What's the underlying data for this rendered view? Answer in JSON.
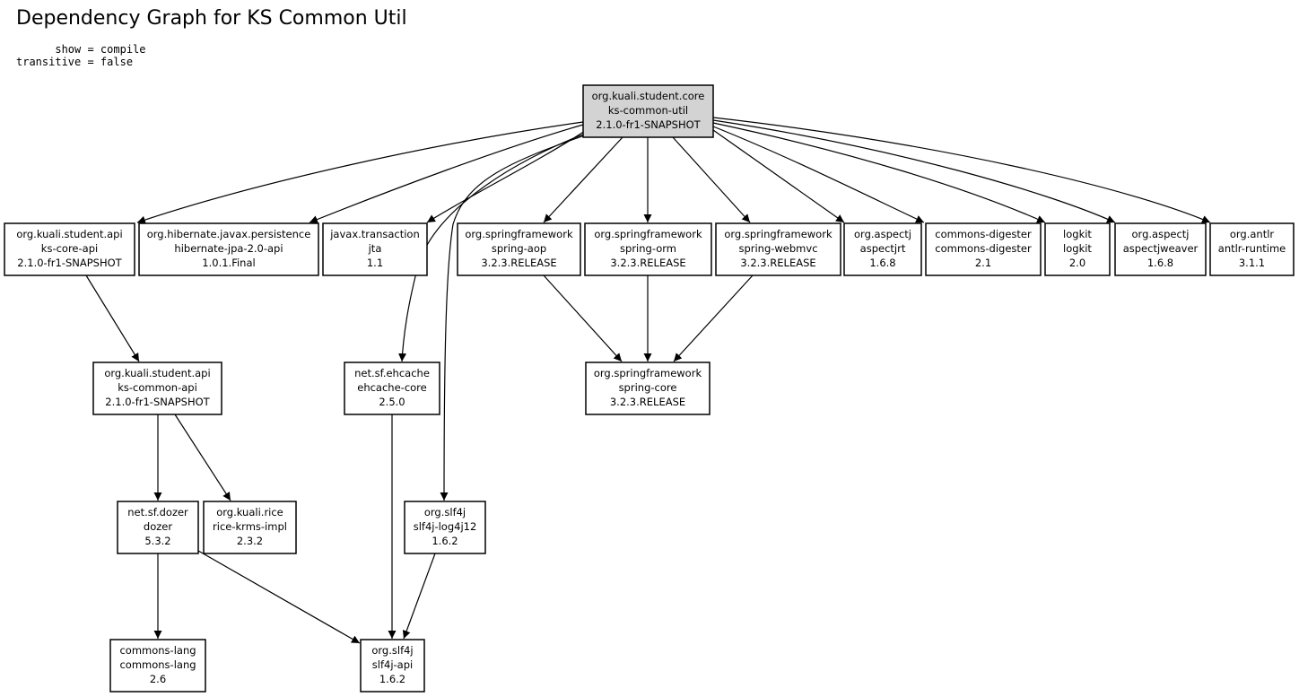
{
  "title": "Dependency Graph for KS Common Util",
  "properties": [
    "      show = compile",
    "transitive = false"
  ],
  "nodes": [
    {
      "id": "root",
      "group": "org.kuali.student.core",
      "artifact": "ks-common-util",
      "version": "2.1.0-fr1-SNAPSHOT",
      "root": true
    },
    {
      "id": "ks-core-api",
      "group": "org.kuali.student.api",
      "artifact": "ks-core-api",
      "version": "2.1.0-fr1-SNAPSHOT"
    },
    {
      "id": "hibernate-jpa",
      "group": "org.hibernate.javax.persistence",
      "artifact": "hibernate-jpa-2.0-api",
      "version": "1.0.1.Final"
    },
    {
      "id": "jta",
      "group": "javax.transaction",
      "artifact": "jta",
      "version": "1.1"
    },
    {
      "id": "spring-aop",
      "group": "org.springframework",
      "artifact": "spring-aop",
      "version": "3.2.3.RELEASE"
    },
    {
      "id": "spring-orm",
      "group": "org.springframework",
      "artifact": "spring-orm",
      "version": "3.2.3.RELEASE"
    },
    {
      "id": "spring-webmvc",
      "group": "org.springframework",
      "artifact": "spring-webmvc",
      "version": "3.2.3.RELEASE"
    },
    {
      "id": "aspectjrt",
      "group": "org.aspectj",
      "artifact": "aspectjrt",
      "version": "1.6.8"
    },
    {
      "id": "commons-digester",
      "group": "commons-digester",
      "artifact": "commons-digester",
      "version": "2.1"
    },
    {
      "id": "logkit",
      "group": "logkit",
      "artifact": "logkit",
      "version": "2.0"
    },
    {
      "id": "aspectjweaver",
      "group": "org.aspectj",
      "artifact": "aspectjweaver",
      "version": "1.6.8"
    },
    {
      "id": "antlr",
      "group": "org.antlr",
      "artifact": "antlr-runtime",
      "version": "3.1.1"
    },
    {
      "id": "ks-common-api",
      "group": "org.kuali.student.api",
      "artifact": "ks-common-api",
      "version": "2.1.0-fr1-SNAPSHOT"
    },
    {
      "id": "ehcache",
      "group": "net.sf.ehcache",
      "artifact": "ehcache-core",
      "version": "2.5.0"
    },
    {
      "id": "spring-core",
      "group": "org.springframework",
      "artifact": "spring-core",
      "version": "3.2.3.RELEASE"
    },
    {
      "id": "dozer",
      "group": "net.sf.dozer",
      "artifact": "dozer",
      "version": "5.3.2"
    },
    {
      "id": "rice-krms",
      "group": "org.kuali.rice",
      "artifact": "rice-krms-impl",
      "version": "2.3.2"
    },
    {
      "id": "slf4j-log4j12",
      "group": "org.slf4j",
      "artifact": "slf4j-log4j12",
      "version": "1.6.2"
    },
    {
      "id": "commons-lang",
      "group": "commons-lang",
      "artifact": "commons-lang",
      "version": "2.6"
    },
    {
      "id": "slf4j-api",
      "group": "org.slf4j",
      "artifact": "slf4j-api",
      "version": "1.6.2"
    }
  ],
  "edges": [
    [
      "root",
      "ks-core-api"
    ],
    [
      "root",
      "hibernate-jpa"
    ],
    [
      "root",
      "jta"
    ],
    [
      "root",
      "ehcache"
    ],
    [
      "root",
      "slf4j-log4j12"
    ],
    [
      "root",
      "spring-aop"
    ],
    [
      "root",
      "spring-orm"
    ],
    [
      "root",
      "spring-webmvc"
    ],
    [
      "root",
      "aspectjrt"
    ],
    [
      "root",
      "commons-digester"
    ],
    [
      "root",
      "logkit"
    ],
    [
      "root",
      "aspectjweaver"
    ],
    [
      "root",
      "antlr"
    ],
    [
      "ks-core-api",
      "ks-common-api"
    ],
    [
      "ks-common-api",
      "dozer"
    ],
    [
      "ks-common-api",
      "rice-krms"
    ],
    [
      "dozer",
      "commons-lang"
    ],
    [
      "dozer",
      "slf4j-api"
    ],
    [
      "ehcache",
      "slf4j-api"
    ],
    [
      "slf4j-log4j12",
      "slf4j-api"
    ],
    [
      "spring-aop",
      "spring-core"
    ],
    [
      "spring-orm",
      "spring-core"
    ],
    [
      "spring-webmvc",
      "spring-core"
    ]
  ]
}
